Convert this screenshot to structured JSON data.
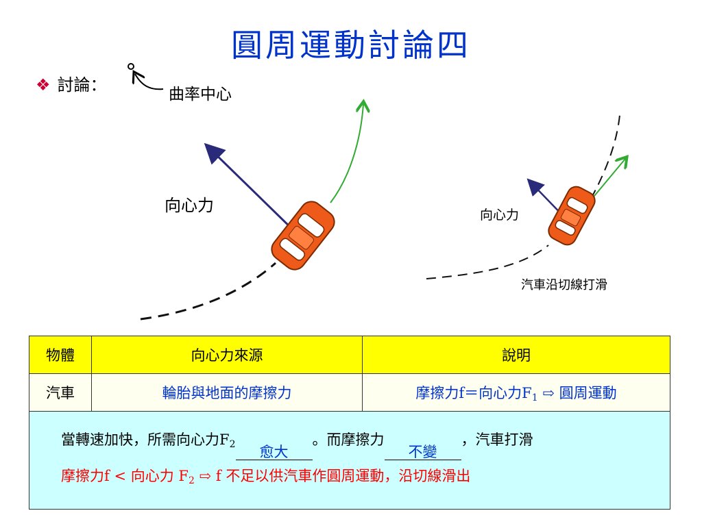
{
  "title": "圓周運動討論四",
  "bullet": {
    "label": "討論："
  },
  "diagram": {
    "center_label": "曲率中心",
    "force_label_left": "向心力",
    "force_label_right": "向心力",
    "skid_caption": "汽車沿切線打滑",
    "colors": {
      "car": "#ee5a1a",
      "force_arrow": "#2a2a7a",
      "velocity_arrow": "#33aa33"
    }
  },
  "table": {
    "headers": [
      "物體",
      "向心力來源",
      "說明"
    ],
    "row": {
      "object": "汽車",
      "source": "輪胎與地面的摩擦力",
      "desc_pre": "摩擦力f＝向心力F",
      "desc_sub": "1",
      "desc_arrow": "⇨",
      "desc_post": "圓周運動"
    },
    "note": {
      "p1": "當轉速加快，所需向心力F",
      "p1_sub": "2",
      "blank1": "愈大",
      "p2": "。而摩擦力",
      "blank2": "不變",
      "p3": "，汽車打滑",
      "l2_a": "摩擦力f < 向心力 F",
      "l2_sub": "2",
      "l2_arrow": "⇨",
      "l2_b": "f 不足以供汽車作圓周運動，沿切線滑出"
    }
  }
}
